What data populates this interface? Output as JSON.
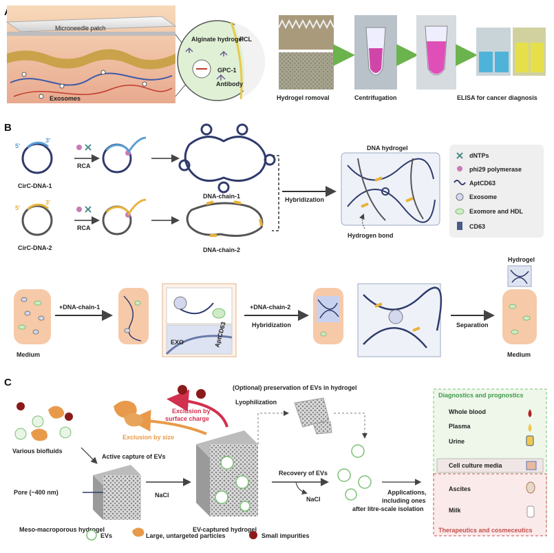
{
  "panel_a": {
    "letter": "A",
    "patch_label": "Microneedle patch",
    "alginate_label": "Alginate hydrogel",
    "pcl_label": "PCL",
    "gpc1_label": "GPC-1",
    "antibody_label": "Antibody",
    "exosomes_label": "Exosomes",
    "step1_label": "Hydrogel romoval",
    "step2_label": "Centrifugation",
    "step3_label": "ELISA for cancer diagnosis"
  },
  "panel_b": {
    "letter": "B",
    "prime5": "5'",
    "prime3": "3'",
    "rca": "RCA",
    "circ1": "CirC-DNA-1",
    "circ2": "CirC-DNA-2",
    "chain1": "DNA-chain-1",
    "chain2": "DNA-chain-2",
    "hybridization": "Hybridization",
    "hydrogel_title": "DNA hydrogel",
    "hydrogen_bond": "Hydrogen bond",
    "legend": {
      "dntps": "dNTPs",
      "polymerase": "phi29 polymerase",
      "apt": "AptCD63",
      "exosome": "Exosome",
      "exomore": "Exomore and HDL",
      "cd63": "CD63"
    },
    "medium_left": "Medium",
    "add_chain1": "+DNA-chain-1",
    "exo": "EXO",
    "aptcd63": "AptCD63",
    "add_chain2": "+DNA-chain-2",
    "hybridization2": "Hybridization",
    "separation": "Separation",
    "hydrogel_right": "Hydrogel",
    "medium_right": "Medium"
  },
  "panel_c": {
    "letter": "C",
    "optional": "(Optional) preservation of EVs in hydrogel",
    "lyophilization": "Lyophilization",
    "excl_charge_1": "Exclusion by",
    "excl_charge_2": "surface charge",
    "excl_size": "Exclusion by size",
    "biofluids": "Various biofluids",
    "active_capture": "Active capture of EVs",
    "nacl1": "NaCl",
    "nacl2": "NaCl",
    "recovery": "Recovery of EVs",
    "pore": "Pore (~400 nm)",
    "meso": "Meso-macroporous hydrogel",
    "captured": "EV-captured hydrogel",
    "app1": "Applications,",
    "app2": "including ones",
    "app3": "after litre-scale isolation",
    "legend_evs": "EVs",
    "legend_large": "Large, untargeted particles",
    "legend_small": "Small impurities",
    "diag_title": "Diagnostics and prognostics",
    "whole_blood": "Whole blood",
    "plasma": "Plasma",
    "urine": "Urine",
    "cell_media": "Cell culture media",
    "ascites": "Ascites",
    "milk": "Milk",
    "thera_title": "Therapeutics and cosmeceutics"
  },
  "colors": {
    "circ_blue": "#5a9fd4",
    "circ_yellow": "#e8b33a",
    "strand_dark": "#2f3a6b",
    "medium_peach": "#f6c9a8",
    "green_ev": "#7ac074",
    "diag_green": "#3f9a4a",
    "thera_red": "#c0504d",
    "excl_red": "#d2304f",
    "excl_orange": "#e89a4a"
  }
}
